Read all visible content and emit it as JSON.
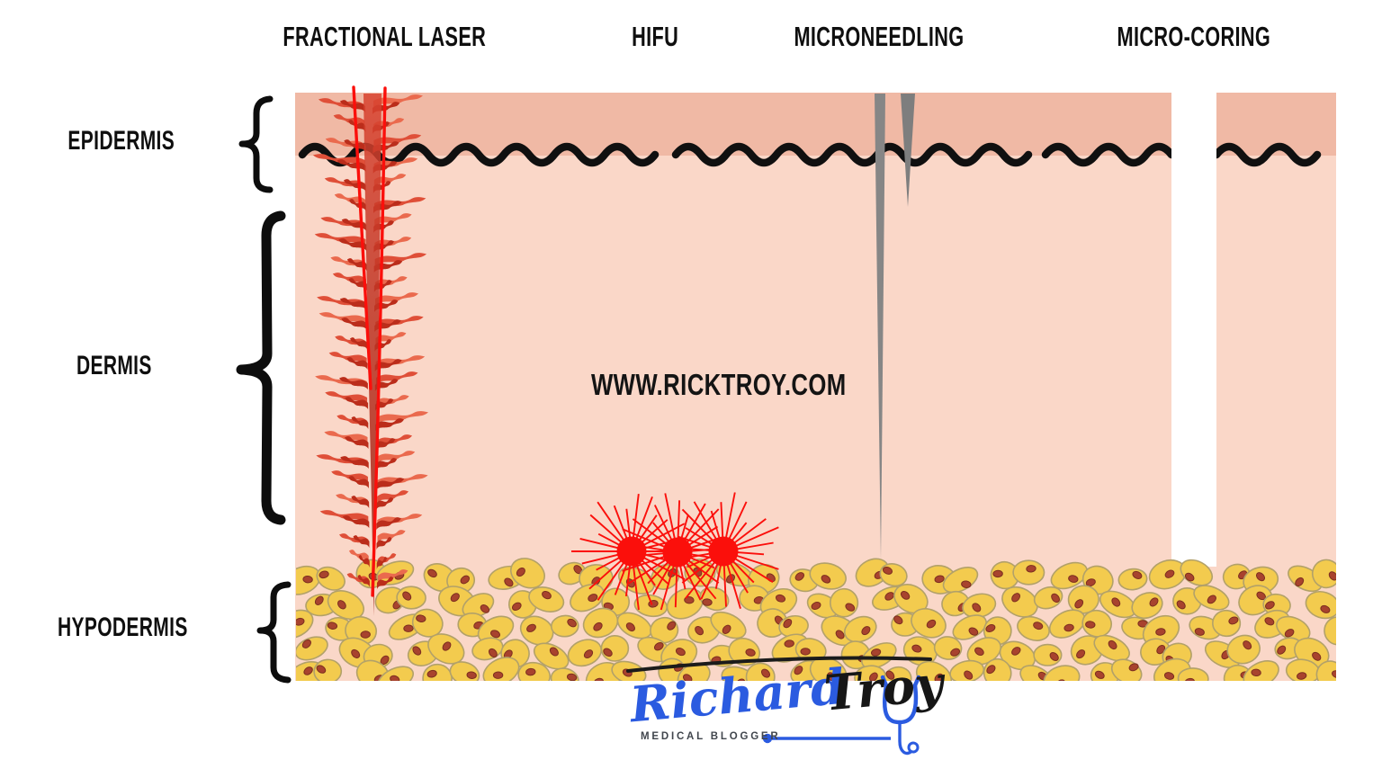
{
  "headers": [
    {
      "label": "FRACTIONAL LASER"
    },
    {
      "label": "HIFU"
    },
    {
      "label": "MICRONEEDLING"
    },
    {
      "label": "MICRO-CORING"
    }
  ],
  "layers": [
    {
      "label": "EPIDERMIS"
    },
    {
      "label": "DERMIS"
    },
    {
      "label": "HYPODERMIS"
    }
  ],
  "watermark": "WWW.RICKTROY.COM",
  "signature": {
    "first_name": "Richard",
    "last_name": "Troy",
    "tagline": "MEDICAL BLOGGER"
  },
  "colors": {
    "epidermis_fill": "#f0b9a5",
    "dermis_fill": "#fad7c8",
    "skin_line_black": "#101010",
    "fat_cell": "#f3cb4e",
    "fat_cell_outline": "#b2a169",
    "fat_nucleus": "#a8432e",
    "laser_red": "#fb0f0b",
    "flame_red": "#df4f38",
    "flame_dark": "#bb2d1b",
    "flame_light": "#ea6a4e",
    "needle_gray": "#868686",
    "coring_white": "#ffffff",
    "signature_blue": "#2b5be0",
    "ink_black": "#1b1b1b"
  }
}
